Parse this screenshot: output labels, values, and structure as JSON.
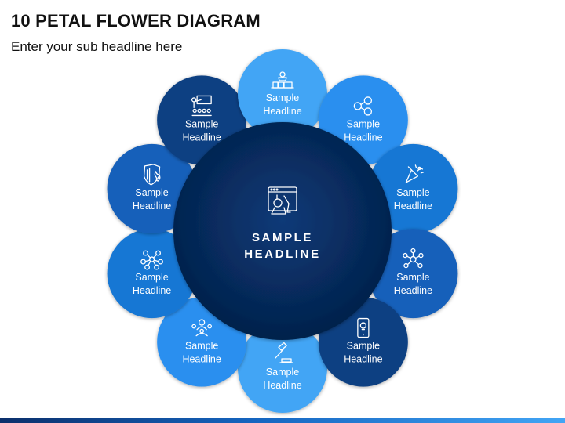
{
  "header": {
    "title": "10 PETAL FLOWER DIAGRAM",
    "subtitle": "Enter your sub headline here"
  },
  "center": {
    "line1": "SAMPLE",
    "line2": "HEADLINE",
    "icon": "website-settings-tools-icon",
    "color": "#052c5e"
  },
  "petals": [
    {
      "line1": "Sample",
      "line2": "Headline",
      "icon": "sales-assistant-icon",
      "color": "#42a5f5"
    },
    {
      "line1": "Sample",
      "line2": "Headline",
      "icon": "user-network-icon",
      "color": "#2b8fef"
    },
    {
      "line1": "Sample",
      "line2": "Headline",
      "icon": "party-popper-icon",
      "color": "#1877d4"
    },
    {
      "line1": "Sample",
      "line2": "Headline",
      "icon": "network-nodes-icon",
      "color": "#1560ba"
    },
    {
      "line1": "Sample",
      "line2": "Headline",
      "icon": "tablet-idea-icon",
      "color": "#0d3f82"
    },
    {
      "line1": "Sample",
      "line2": "Headline",
      "icon": "judge-gavel-icon",
      "color": "#42a5f5"
    },
    {
      "line1": "Sample",
      "line2": "Headline",
      "icon": "team-leader-icon",
      "color": "#2b8fef"
    },
    {
      "line1": "Sample",
      "line2": "Headline",
      "icon": "molecule-network-icon",
      "color": "#1877d4"
    },
    {
      "line1": "Sample",
      "line2": "Headline",
      "icon": "shield-fire-icon",
      "color": "#1560ba"
    },
    {
      "line1": "Sample",
      "line2": "Headline",
      "icon": "presentation-meeting-icon",
      "color": "#0d3f82"
    }
  ]
}
